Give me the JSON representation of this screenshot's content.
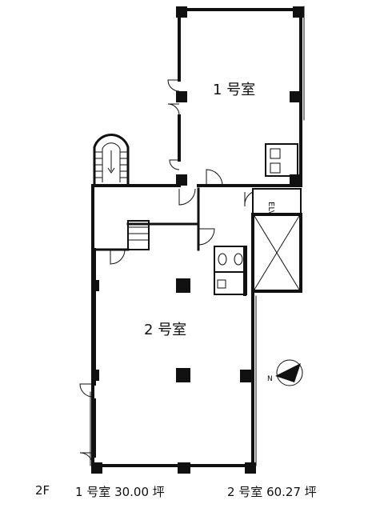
{
  "plan": {
    "rooms": [
      {
        "id": "room-1",
        "label": "1 号室"
      },
      {
        "id": "room-2",
        "label": "2 号室"
      }
    ],
    "elevator_label": "ELV",
    "compass_letter": "N"
  },
  "caption": {
    "floor": "2F",
    "room1": "1 号室 30.00 坪",
    "room2": "2 号室 60.27 坪"
  }
}
